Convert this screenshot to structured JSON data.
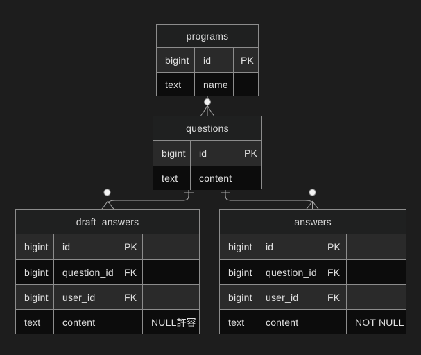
{
  "colors": {
    "background": "#1d1d1d",
    "entity_header_fill": "#1f2020",
    "row_odd_fill": "#2a2a2a",
    "row_even_fill": "#0c0c0c",
    "border": "#8c8c8c",
    "text": "#e0e0e0",
    "relationship_line": "#a9a9a9",
    "marker_circle_fill": "#f2f2f2"
  },
  "entities": {
    "programs": {
      "title": "programs",
      "rows": [
        {
          "type": "bigint",
          "name": "id",
          "key": "PK"
        },
        {
          "type": "text",
          "name": "name",
          "key": ""
        }
      ]
    },
    "questions": {
      "title": "questions",
      "rows": [
        {
          "type": "bigint",
          "name": "id",
          "key": "PK"
        },
        {
          "type": "text",
          "name": "content",
          "key": ""
        }
      ]
    },
    "draft_answers": {
      "title": "draft_answers",
      "rows": [
        {
          "type": "bigint",
          "name": "id",
          "key": "PK",
          "comment": ""
        },
        {
          "type": "bigint",
          "name": "question_id",
          "key": "FK",
          "comment": ""
        },
        {
          "type": "bigint",
          "name": "user_id",
          "key": "FK",
          "comment": ""
        },
        {
          "type": "text",
          "name": "content",
          "key": "",
          "comment": "NULL許容"
        }
      ]
    },
    "answers": {
      "title": "answers",
      "rows": [
        {
          "type": "bigint",
          "name": "id",
          "key": "PK",
          "comment": ""
        },
        {
          "type": "bigint",
          "name": "question_id",
          "key": "FK",
          "comment": ""
        },
        {
          "type": "bigint",
          "name": "user_id",
          "key": "FK",
          "comment": ""
        },
        {
          "type": "text",
          "name": "content",
          "key": "",
          "comment": "NOT NULL"
        }
      ]
    }
  },
  "relationships": [
    {
      "from": "programs",
      "to": "questions",
      "cardinality": "one-to-zero-or-more"
    },
    {
      "from": "questions",
      "to": "draft_answers",
      "cardinality": "one-to-zero-or-more"
    },
    {
      "from": "questions",
      "to": "answers",
      "cardinality": "one-to-zero-or-more"
    }
  ]
}
